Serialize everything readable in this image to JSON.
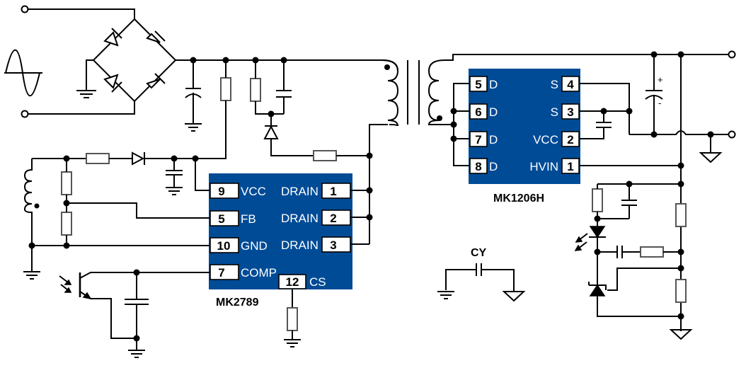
{
  "diagram": {
    "type": "flyback power supply schematic",
    "chips": [
      {
        "id": "mk2789",
        "name": "MK2789",
        "left_pins": [
          {
            "num": "9",
            "label": "VCC"
          },
          {
            "num": "5",
            "label": "FB"
          },
          {
            "num": "10",
            "label": "GND"
          },
          {
            "num": "7",
            "label": "COMP"
          }
        ],
        "right_pins": [
          {
            "num": "1",
            "label": "DRAIN"
          },
          {
            "num": "2",
            "label": "DRAIN"
          },
          {
            "num": "3",
            "label": "DRAIN"
          }
        ],
        "bottom_pins": [
          {
            "num": "12",
            "label": "CS"
          }
        ]
      },
      {
        "id": "mk1206h",
        "name": "MK1206H",
        "left_pins": [
          {
            "num": "5",
            "label": "D"
          },
          {
            "num": "6",
            "label": "D"
          },
          {
            "num": "7",
            "label": "D"
          },
          {
            "num": "8",
            "label": "D"
          }
        ],
        "right_pins": [
          {
            "num": "4",
            "label": "S"
          },
          {
            "num": "3",
            "label": "S"
          },
          {
            "num": "2",
            "label": "VCC"
          },
          {
            "num": "1",
            "label": "HVIN"
          }
        ]
      }
    ],
    "labels": {
      "cy": "CY",
      "cap_plus": "+",
      "cap_minus": "-"
    },
    "icons": {
      "ac_source": "sine-wave-icon",
      "ground": "ground-icon",
      "signal_ground": "signal-ground-icon"
    },
    "colors": {
      "chip_fill": "#004b96",
      "wire": "#000000",
      "resistor_outline": "#555555",
      "background": "#ffffff"
    }
  }
}
